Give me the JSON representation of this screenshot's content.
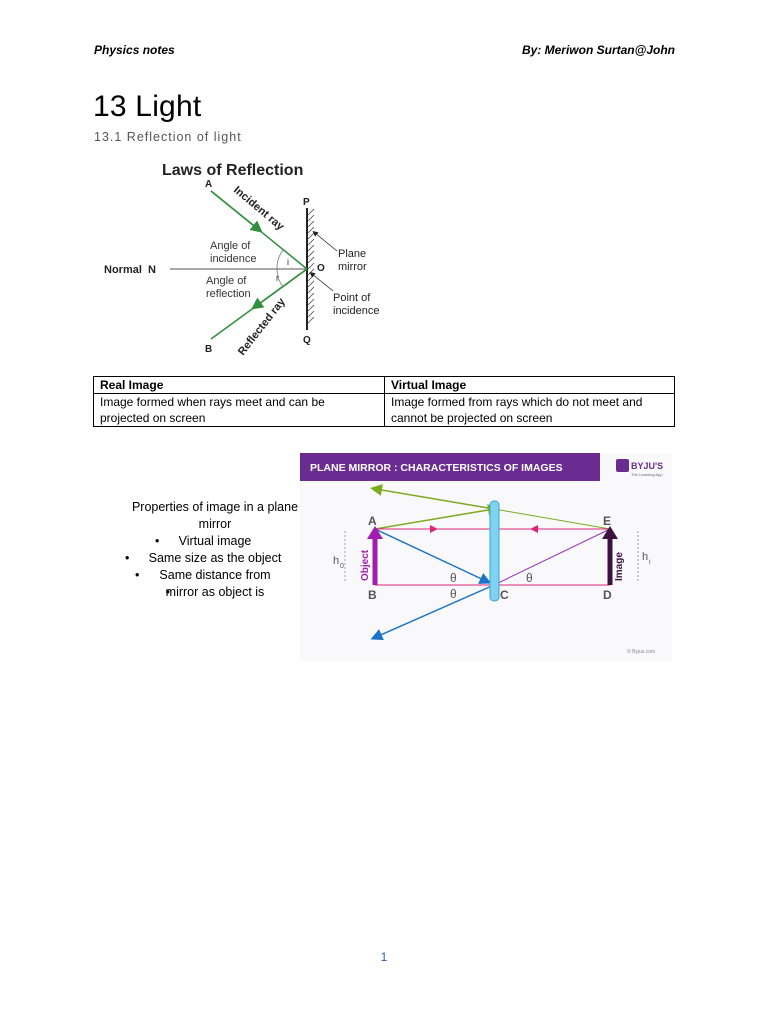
{
  "header": {
    "left": "Physics notes",
    "right": "By: Meriwon Surtan@John"
  },
  "title": "13 Light",
  "subtitle": "13.1 Reflection of light",
  "figure1": {
    "heading": "Laws of Reflection",
    "point_a": "A",
    "point_b": "B",
    "point_p": "P",
    "point_q": "Q",
    "point_o": "O",
    "incident_ray": "Incident ray",
    "reflected_ray": "Reflected ray",
    "angle_incidence_1": "Angle of",
    "angle_incidence_2": "incidence",
    "angle_reflection_1": "Angle of",
    "angle_reflection_2": "reflection",
    "normal": "Normal  N",
    "plane_mirror_1": "Plane",
    "plane_mirror_2": "mirror",
    "point_incidence_1": "Point of",
    "point_incidence_2": "incidence",
    "angle_i": "i",
    "angle_r": "r"
  },
  "table": {
    "headers": [
      "Real Image",
      "Virtual Image"
    ],
    "rows": [
      [
        "Image formed when rays meet and can be",
        "Image formed from rays which do not meet and"
      ],
      [
        "projected on screen",
        "cannot be projected on screen"
      ]
    ]
  },
  "properties": {
    "title_line1": "Properties of image in a plane",
    "title_line2": "mirror",
    "items": [
      "Virtual image",
      "Same size as the object",
      "Same distance from",
      "mirror as object is"
    ]
  },
  "figure2": {
    "banner": "PLANE MIRROR : CHARACTERISTICS OF IMAGES",
    "logo": "BYJU'S",
    "logo_tag": "The Learning App",
    "label_a": "A",
    "label_b": "B",
    "label_c": "C",
    "label_d": "D",
    "label_e": "E",
    "object": "Object",
    "image": "Image",
    "h0": "h",
    "h0_sub": "0",
    "hi": "h",
    "hi_sub": "i",
    "theta": "θ",
    "credit": "© Byjus.com",
    "colors": {
      "banner": "#6b2c91",
      "green": "#7cab1f",
      "blue": "#1a73c9",
      "pink": "#e0237a",
      "purple": "#9b30c0",
      "mirror": "#7fd3f0"
    }
  },
  "page_number": "1"
}
